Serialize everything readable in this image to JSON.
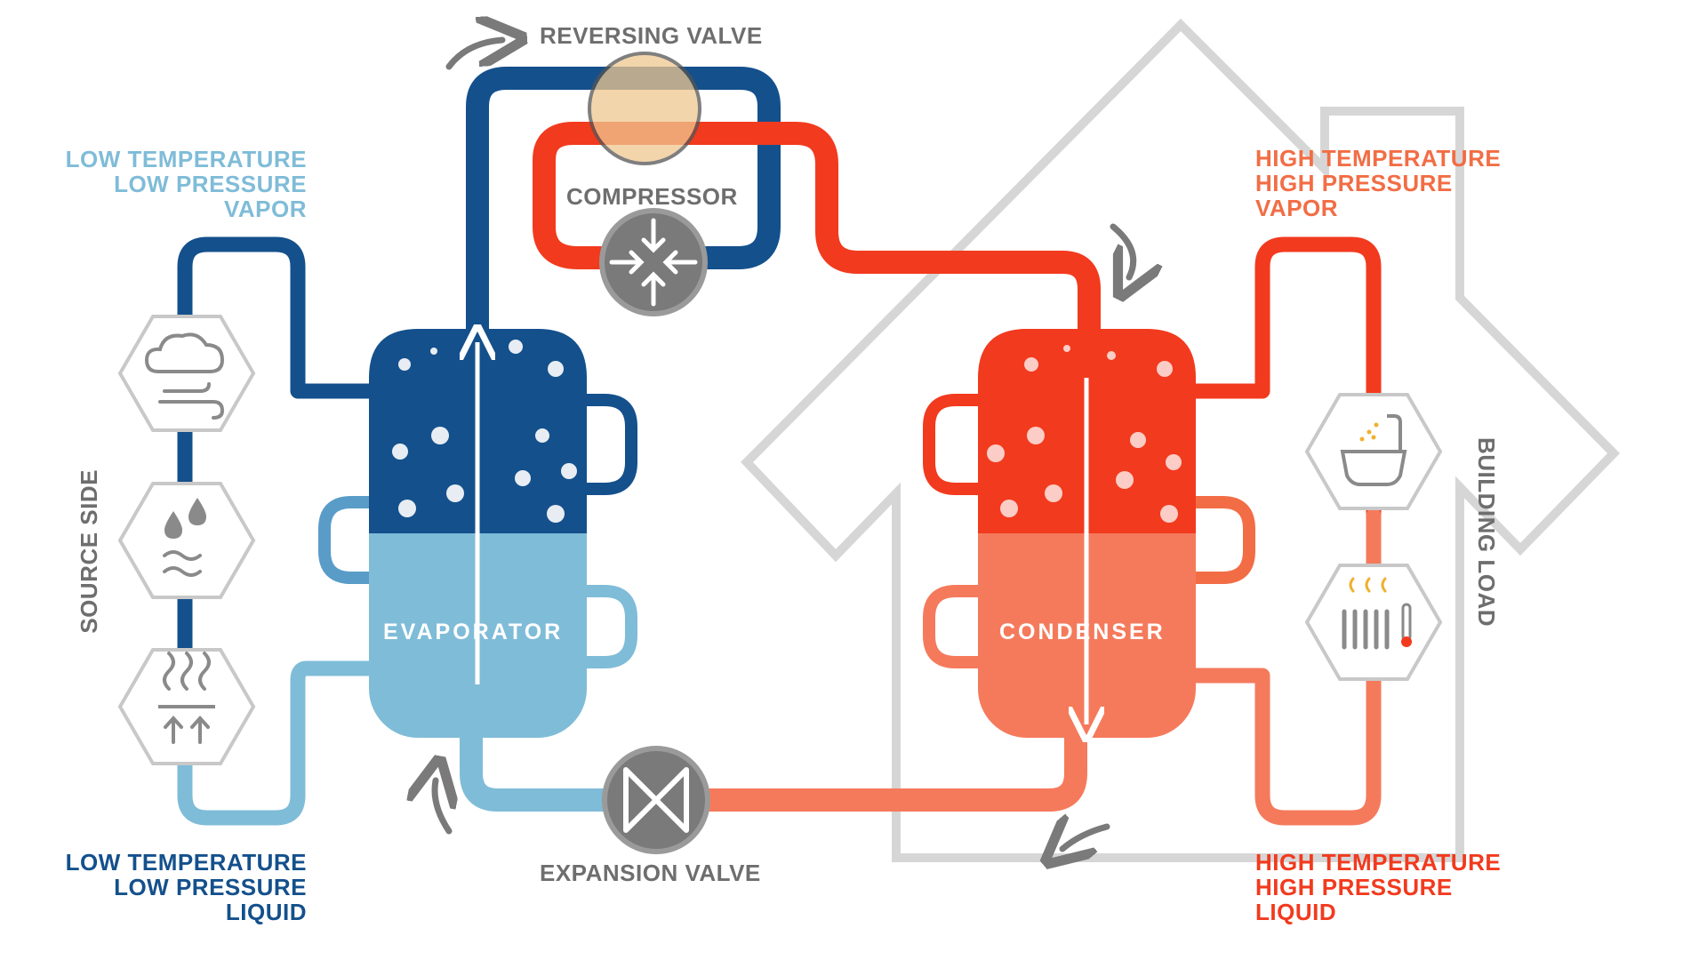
{
  "labels": {
    "reversing_valve": "REVERSING VALVE",
    "compressor": "COMPRESSOR",
    "expansion_valve": "EXPANSION VALVE",
    "evaporator": "EVAPORATOR",
    "condenser": "CONDENSER",
    "source_side": "SOURCE SIDE",
    "building_load": "BUILDING LOAD"
  },
  "states": {
    "low_vapor": [
      "LOW TEMPERATURE",
      "LOW PRESSURE",
      "VAPOR"
    ],
    "low_liquid": [
      "LOW TEMPERATURE",
      "LOW PRESSURE",
      "LIQUID"
    ],
    "high_vapor": [
      "HIGH TEMPERATURE",
      "HIGH PRESSURE",
      "VAPOR"
    ],
    "high_liquid": [
      "HIGH TEMPERATURE",
      "HIGH PRESSURE",
      "LIQUID"
    ]
  },
  "icons": {
    "source": [
      "weather-wind-icon",
      "water-icon",
      "ground-heat-icon"
    ],
    "load": [
      "bathtub-shower-icon",
      "radiator-heating-icon"
    ],
    "components": [
      "compressor-icon",
      "expansion-valve-icon"
    ]
  },
  "colors": {
    "dark_blue": "#14508c",
    "light_blue": "#7fbcd8",
    "red": "#f23a1e",
    "salmon": "#f57a5c",
    "gray": "#6e6e6e",
    "house_gray": "#d4d4d4",
    "valve_highlight": "#f0c890"
  }
}
